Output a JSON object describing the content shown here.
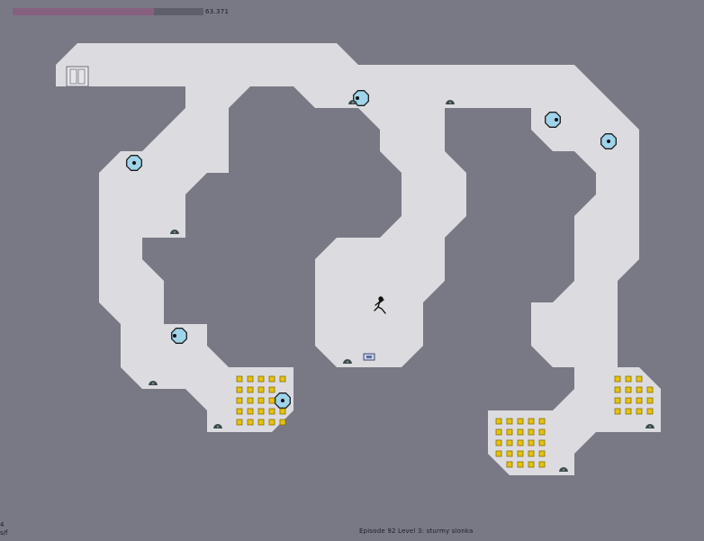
{
  "hud": {
    "time_remaining": "63.371",
    "time_fraction": 0.74
  },
  "episode_label": "Episode 92 Level 3: sturmy slonka",
  "corner_info": {
    "line1": "4",
    "line2": "s/f"
  },
  "colors": {
    "background": "#797986",
    "floor": "#dcdce0",
    "drone": "#9fd4ea",
    "gold": "#e3c40e",
    "mine": "#3b4a4c",
    "time_bar": "#86607f"
  },
  "entities": {
    "player": "ninja-player",
    "exit_door": "exit-door",
    "exit_switch": "exit-switch",
    "drones": [
      "zap-drone",
      "zap-drone",
      "zap-drone",
      "zap-drone",
      "zap-drone",
      "zap-drone",
      "zap-drone"
    ],
    "mines": [
      "floor-mine",
      "floor-mine",
      "floor-mine",
      "floor-mine",
      "floor-mine",
      "floor-mine",
      "floor-mine",
      "floor-mine",
      "floor-mine"
    ],
    "gold_piles": [
      "gold-cluster",
      "gold-cluster",
      "gold-cluster"
    ]
  }
}
